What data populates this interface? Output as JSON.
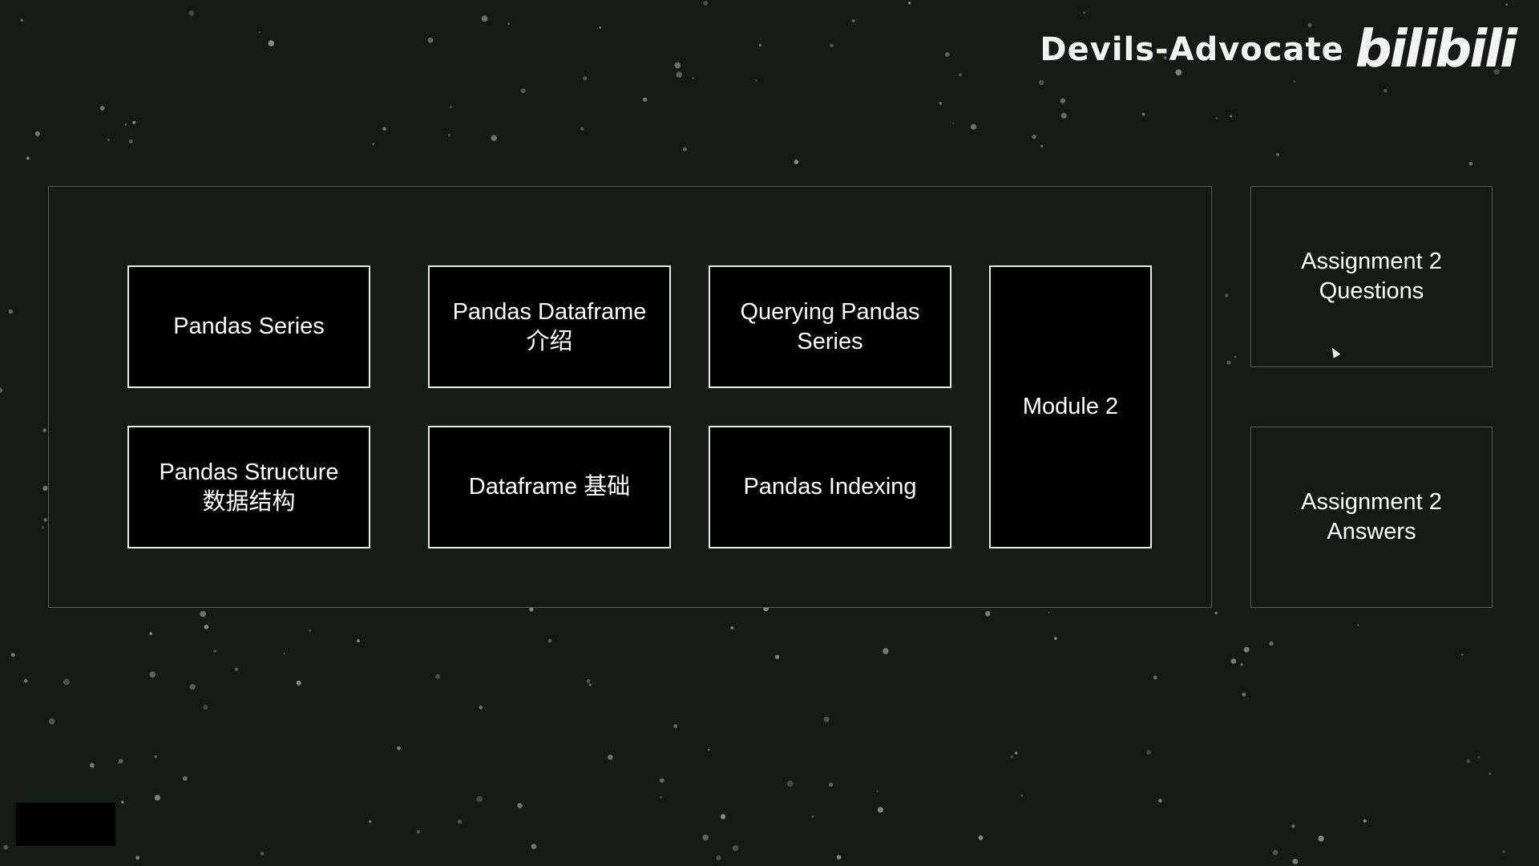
{
  "watermark": {
    "author": "Devils-Advocate",
    "logo": "bilibili"
  },
  "module_panel": {
    "cards": [
      "Pandas Series",
      "Pandas Dataframe\n介绍",
      "Querying Pandas\nSeries",
      "Pandas Structure\n数据结构",
      "Dataframe 基础",
      "Pandas Indexing"
    ],
    "module_label": "Module 2"
  },
  "assignments": {
    "questions": "Assignment 2\nQuestions",
    "answers": "Assignment 2\nAnswers"
  },
  "colors": {
    "background": "#151a17",
    "card_fill": "#000000",
    "card_border": "#e9e9e9",
    "frame_border": "#56605a",
    "star": "#9aa39a"
  }
}
